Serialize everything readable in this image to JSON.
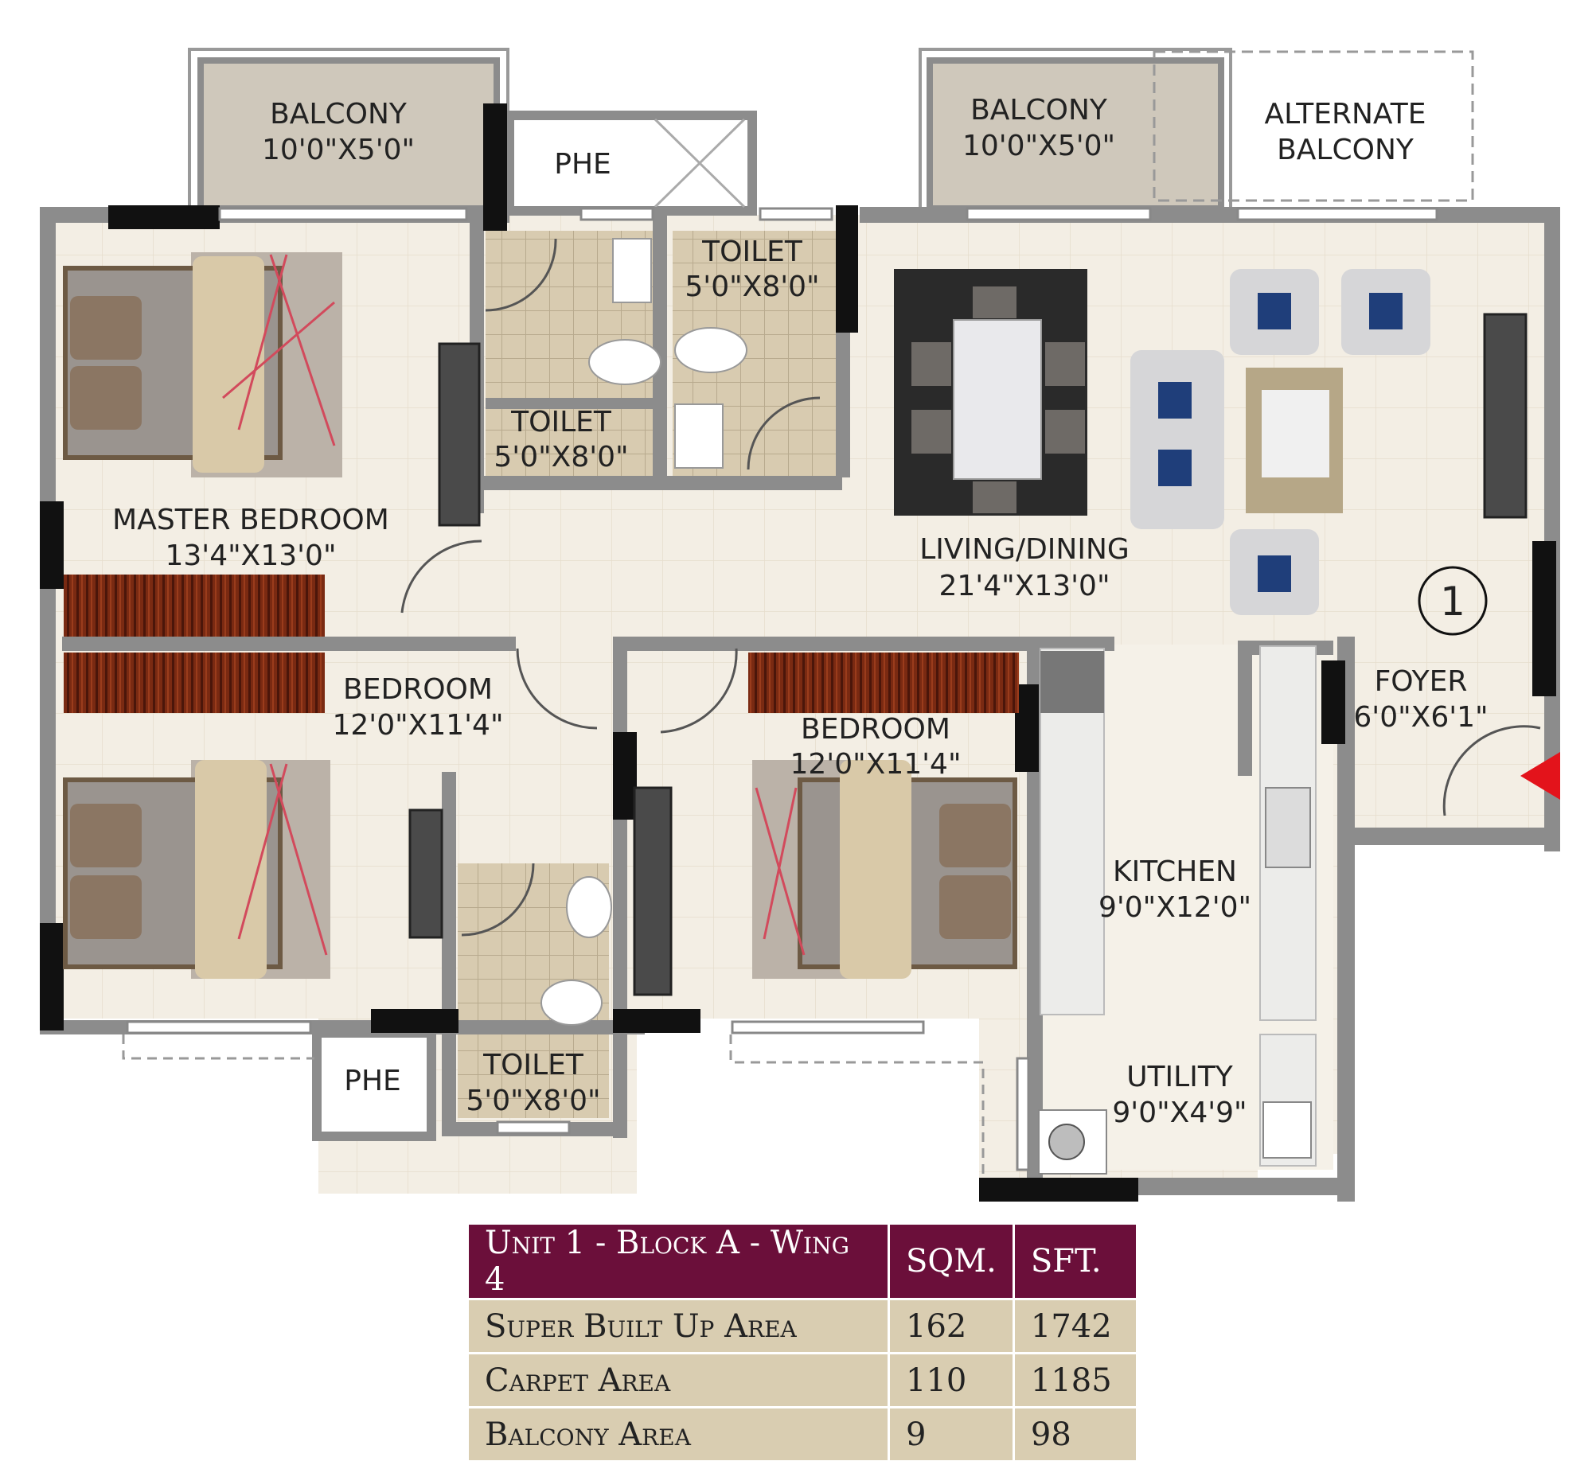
{
  "rooms": {
    "balcony_left": {
      "name": "BALCONY",
      "size": "10'0\"X5'0\""
    },
    "phe_top": {
      "name": "PHE"
    },
    "balcony_right": {
      "name": "BALCONY",
      "size": "10'0\"X5'0\""
    },
    "alternate_balcony": {
      "line1": "ALTERNATE",
      "line2": "BALCONY"
    },
    "toilet_top_right": {
      "name": "TOILET",
      "size": "5'0\"X8'0\""
    },
    "toilet_top_left": {
      "name": "TOILET",
      "size": "5'0\"X8'0\""
    },
    "master_bedroom": {
      "name": "MASTER BEDROOM",
      "size": "13'4\"X13'0\""
    },
    "living_dining": {
      "name": "LIVING/DINING",
      "size": "21'4\"X13'0\""
    },
    "foyer": {
      "name": "FOYER",
      "size": "6'0\"X6'1\""
    },
    "bedroom_left": {
      "name": "BEDROOM",
      "size": "12'0\"X11'4\""
    },
    "bedroom_right": {
      "name": "BEDROOM",
      "size": "12'0\"X11'4\""
    },
    "kitchen": {
      "name": "KITCHEN",
      "size": "9'0\"X12'0\""
    },
    "phe_bottom": {
      "name": "PHE"
    },
    "toilet_bottom": {
      "name": "TOILET",
      "size": "5'0\"X8'0\""
    },
    "utility": {
      "name": "UTILITY",
      "size": "9'0\"X4'9\""
    }
  },
  "unit_marker": "1",
  "colors": {
    "wall": "#8c8c8c",
    "floor": "#f3eee4",
    "tile": "#d8cbb0",
    "balcony": "#cfc8bb",
    "wardrobe": "#7a2a12",
    "entry_arrow": "#e3131b",
    "table_header": "#6b0f3a",
    "table_row": "#d9cdb1"
  },
  "area_table": {
    "headers": [
      "Unit 1 - Block A - Wing 4",
      "SQM.",
      "SFT."
    ],
    "rows": [
      {
        "label": "Super Built Up Area",
        "sqm": "162",
        "sft": "1742"
      },
      {
        "label": "Carpet Area",
        "sqm": "110",
        "sft": "1185"
      },
      {
        "label": "Balcony Area",
        "sqm": "9",
        "sft": "98"
      }
    ]
  }
}
